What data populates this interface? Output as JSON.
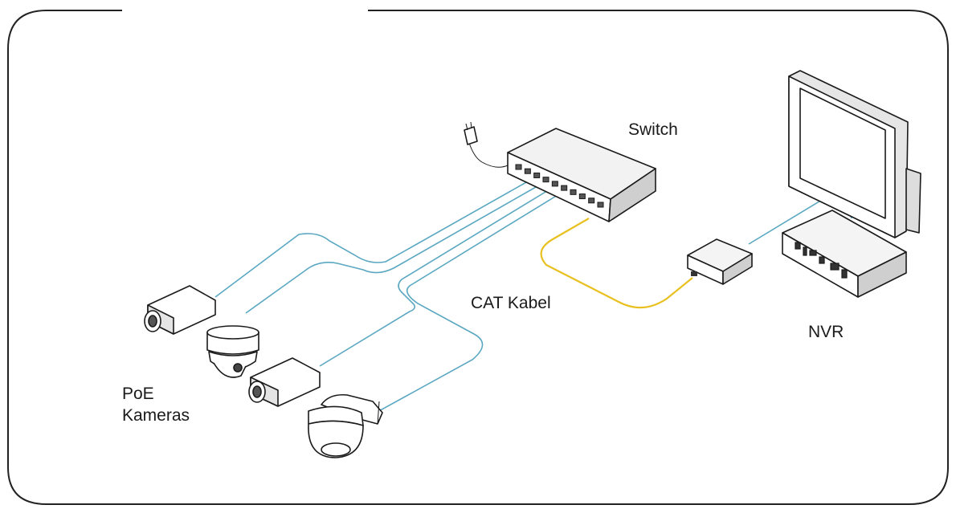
{
  "labels": {
    "switch": "Switch",
    "cat_cable": "CAT Kabel",
    "nvr": "NVR",
    "poe_cameras_line1": "PoE",
    "poe_cameras_line2": "Kameras"
  },
  "colors": {
    "poe_cable": "#5aa7c2",
    "cat_cable": "#e8c020",
    "outline": "#222222"
  },
  "icons": [
    "power-adapter-icon",
    "switch-icon",
    "monitor-icon",
    "nvr-icon",
    "injector-icon",
    "box-camera-icon",
    "dome-camera-icon",
    "ptz-camera-icon"
  ]
}
